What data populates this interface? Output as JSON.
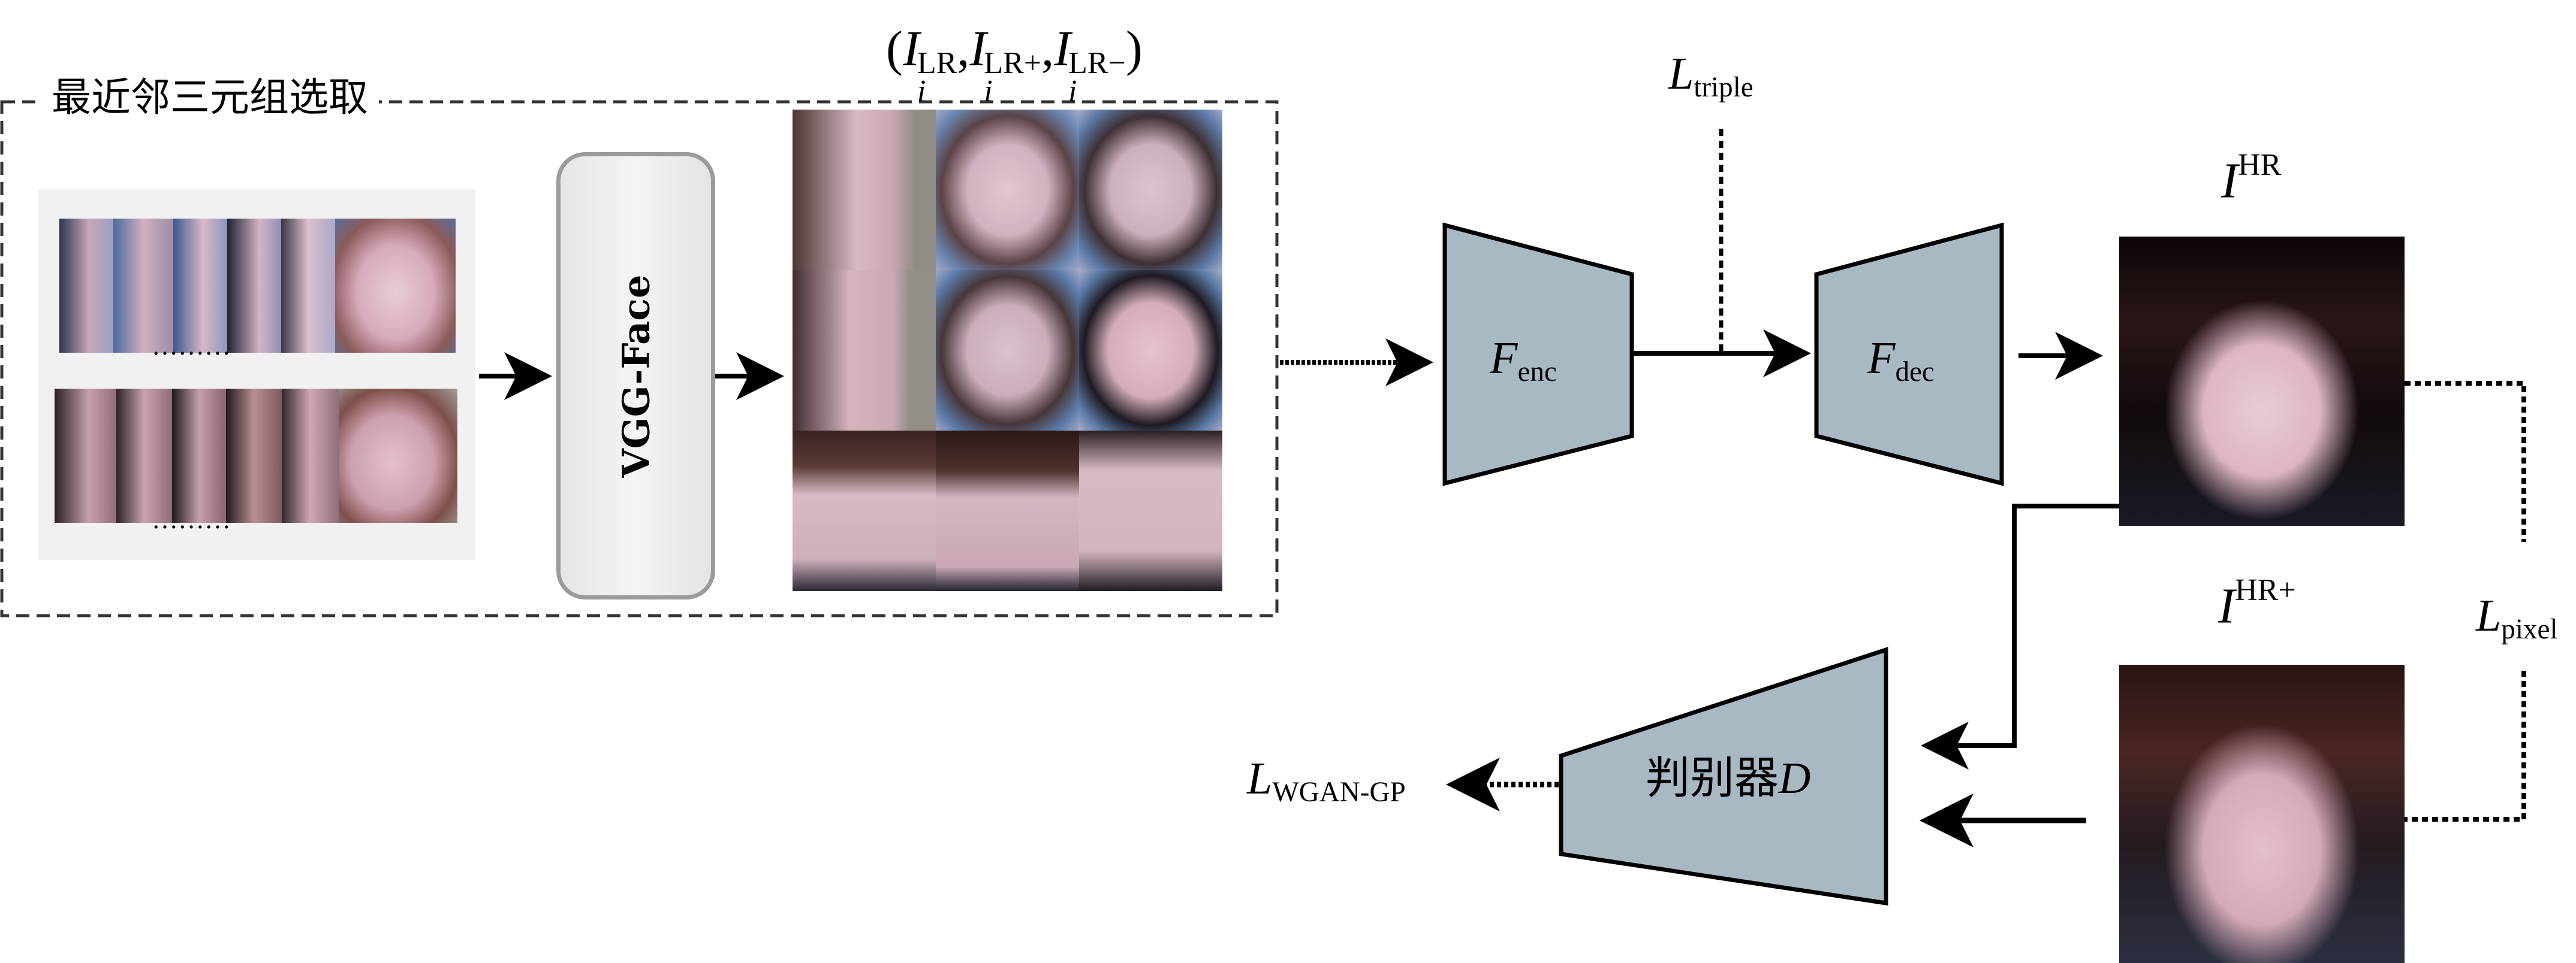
{
  "section": {
    "title": "最近邻三元组选取"
  },
  "vgg": {
    "label": "VGG-Face"
  },
  "triplet_label": {
    "open": "(",
    "base": "I",
    "items": [
      {
        "sup": "LR",
        "sub": "i"
      },
      {
        "sup": "LR+",
        "sub": "i"
      },
      {
        "sup": "LR−",
        "sub": "i"
      }
    ],
    "sep": ",",
    "close": ")"
  },
  "encoder": {
    "base": "F",
    "sub": "enc"
  },
  "decoder": {
    "base": "F",
    "sub": "dec"
  },
  "discriminator": {
    "cn": "判别器",
    "base": "D"
  },
  "losses": {
    "triple": {
      "base": "L",
      "sub": "triple"
    },
    "pixel": {
      "base": "L",
      "sub": "pixel"
    },
    "wgan": {
      "base": "L",
      "sub": "WGAN-GP"
    }
  },
  "outputs": {
    "hr": {
      "base": "I",
      "sup": "HR"
    },
    "hr_plus": {
      "base": "I",
      "sup": "HR+"
    }
  },
  "ellipsis": "………",
  "colors": {
    "block_fill": "#a9b9c3",
    "block_stroke": "#000000",
    "panel_bg": "#f1f1f1",
    "vgg_border": "#9b9b9b",
    "dash": "#333333"
  }
}
